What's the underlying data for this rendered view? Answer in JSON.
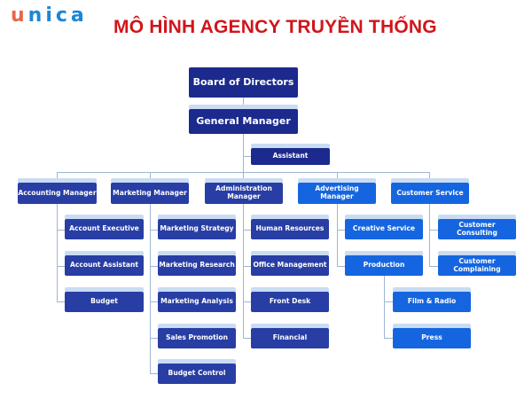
{
  "brand": {
    "logo_u": "u",
    "logo_rest": "nica"
  },
  "title": "MÔ HÌNH AGENCY TRUYỀN THỐNG",
  "colors": {
    "title_red": "#d0151c",
    "logo_blue": "#1a86d8",
    "logo_orange": "#e8664d",
    "navy": "#1b2a8c",
    "indigo": "#283ea4",
    "bright_blue": "#1565e0",
    "band": "#c9dcf3",
    "connector": "#9fb6d3"
  },
  "chart": {
    "top": {
      "board": "Board of Directors",
      "gm": "General Manager",
      "assistant": "Assistant"
    },
    "departments": [
      {
        "label": "Accounting Manager",
        "children": [
          "Account Executive",
          "Account Assistant",
          "Budget"
        ]
      },
      {
        "label": "Marketing Manager",
        "children": [
          "Marketing Strategy",
          "Marketing Research",
          "Marketing Analysis",
          "Sales Promotion",
          "Budget Control"
        ]
      },
      {
        "label": "Administration Manager",
        "children": [
          "Human Resources",
          "Office Management",
          "Front Desk",
          "Financial"
        ]
      },
      {
        "label": "Advertising Manager",
        "children": [
          "Creative Service",
          "Production"
        ],
        "production_children": [
          "Film & Radio",
          "Press"
        ]
      },
      {
        "label": "Customer Service",
        "children": [
          "Customer Consulting",
          "Customer Complaining"
        ]
      }
    ]
  }
}
